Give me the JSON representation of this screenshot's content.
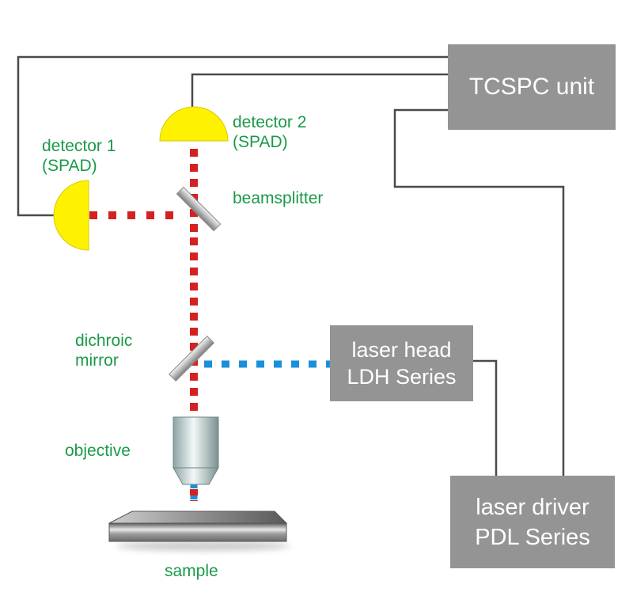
{
  "diagram": {
    "title": "",
    "colors": {
      "label_green": "#1a9a48",
      "box_gray": "#949494",
      "wire": "#4a4a4a",
      "emission_beam": "#d42121",
      "excitation_beam": "#1a8fdb",
      "detector_yellow": "#fff200"
    },
    "components": {
      "tcspc": {
        "label": "TCSPC unit"
      },
      "laser_head": {
        "line1": "laser head",
        "line2": "LDH Series"
      },
      "laser_driver": {
        "line1": "laser driver",
        "line2": "PDL Series"
      }
    },
    "labels": {
      "detector1_line1": "detector 1",
      "detector1_line2": "(SPAD)",
      "detector2_line1": "detector 2",
      "detector2_line2": "(SPAD)",
      "beamsplitter": "beamsplitter",
      "dichroic_line1": "dichroic",
      "dichroic_line2": "mirror",
      "objective": "objective",
      "sample": "sample"
    },
    "connections": [
      {
        "from": "TCSPC unit",
        "to": "detector 1"
      },
      {
        "from": "TCSPC unit",
        "to": "detector 2"
      },
      {
        "from": "TCSPC unit",
        "to": "laser driver PDL Series"
      },
      {
        "from": "laser head LDH Series",
        "to": "laser driver PDL Series"
      }
    ],
    "beams": [
      {
        "type": "excitation",
        "color": "blue",
        "path": "laser head -> dichroic mirror -> objective -> sample"
      },
      {
        "type": "emission",
        "color": "red",
        "path": "sample -> objective -> dichroic mirror -> beamsplitter -> detector 1 / detector 2"
      }
    ]
  }
}
